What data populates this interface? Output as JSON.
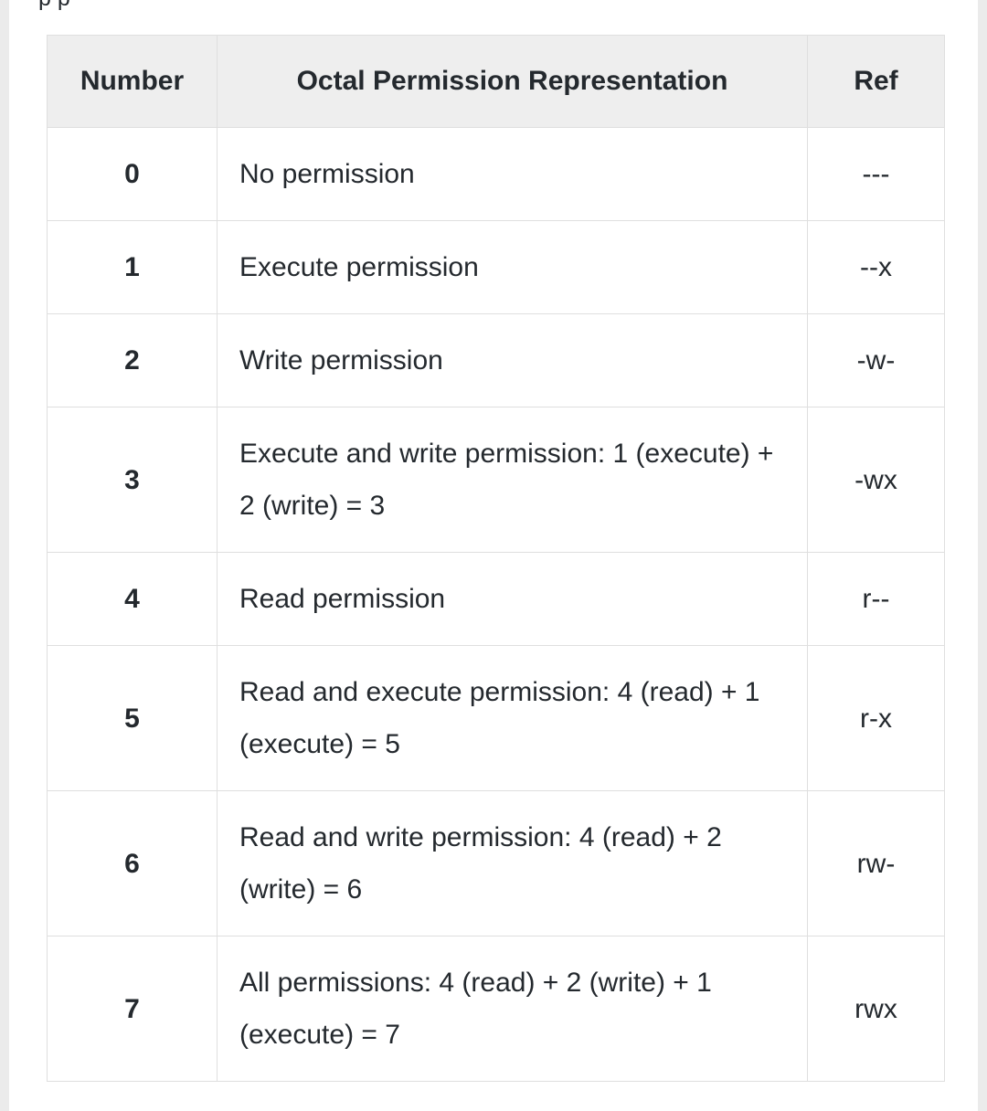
{
  "page": {
    "clipped_text_above": "p                              p",
    "background_color": "#ebebeb",
    "canvas_color": "#ffffff",
    "text_color": "#24292e",
    "header_background_color": "#eeeeee",
    "border_color": "#dfdfdf"
  },
  "table": {
    "name": "octal-permission-representation-table",
    "columns": [
      {
        "key": "number",
        "label": "Number"
      },
      {
        "key": "description",
        "label": "Octal Permission Representation"
      },
      {
        "key": "ref",
        "label": "Ref"
      }
    ],
    "rows": [
      {
        "number": "0",
        "description": "No permission",
        "ref": "---"
      },
      {
        "number": "1",
        "description": "Execute permission",
        "ref": "--x"
      },
      {
        "number": "2",
        "description": "Write permission",
        "ref": "-w-"
      },
      {
        "number": "3",
        "description": "Execute and write permission: 1 (execute) + 2 (write) = 3",
        "ref": "-wx"
      },
      {
        "number": "4",
        "description": "Read permission",
        "ref": "r--"
      },
      {
        "number": "5",
        "description": "Read and execute permission: 4 (read) + 1 (execute) = 5",
        "ref": "r-x"
      },
      {
        "number": "6",
        "description": "Read and write permission: 4 (read) + 2 (write) = 6",
        "ref": "rw-"
      },
      {
        "number": "7",
        "description": "All permissions: 4 (read) + 2 (write) + 1 (execute) = 7",
        "ref": "rwx"
      }
    ]
  }
}
